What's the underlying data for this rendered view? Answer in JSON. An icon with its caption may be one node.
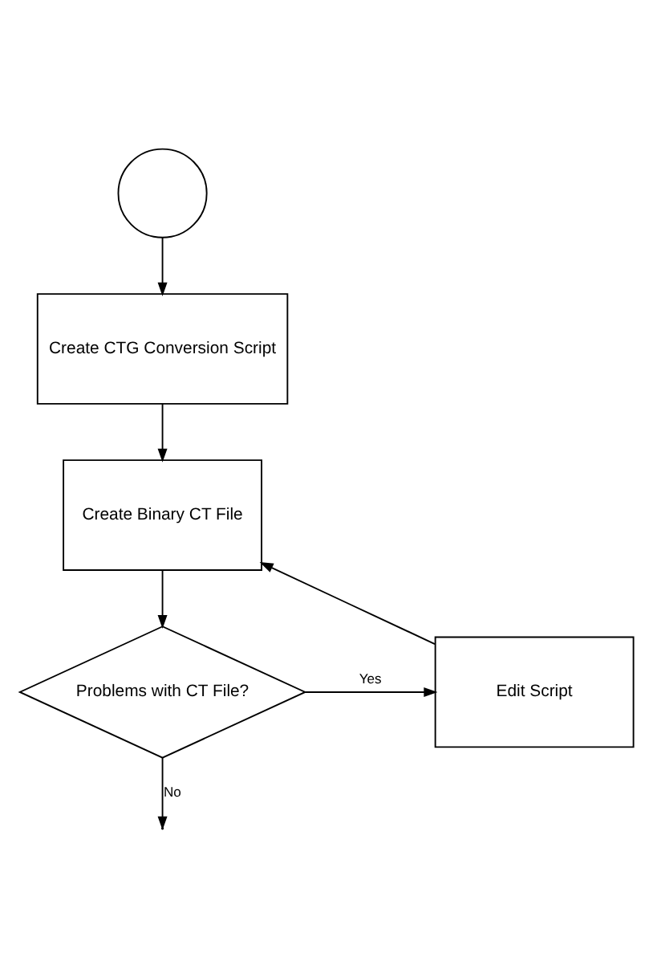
{
  "diagram": {
    "nodes": [
      {
        "text": [],
        "shape": "circle"
      },
      {
        "text": [
          "Create CTG Conversion Script"
        ]
      },
      {
        "text": [
          "Create Binary CT File"
        ]
      },
      {
        "text": [
          "Problems with CT File?"
        ]
      },
      {
        "text": [
          "Edit Script"
        ]
      }
    ],
    "edges": [
      {
        "from": 0,
        "to": 1,
        "arrow": "to"
      },
      {
        "from": 1,
        "to": 2,
        "arrow": "to"
      },
      {
        "from": 2,
        "to": 3,
        "arrow": "to"
      },
      {
        "from": 3,
        "to": 4,
        "arrow": "to",
        "label": "Yes"
      },
      {
        "from": 4,
        "to": 2,
        "arrow": "to"
      },
      {
        "from": 3,
        "to": null,
        "arrow": "to",
        "label": "No"
      }
    ]
  }
}
